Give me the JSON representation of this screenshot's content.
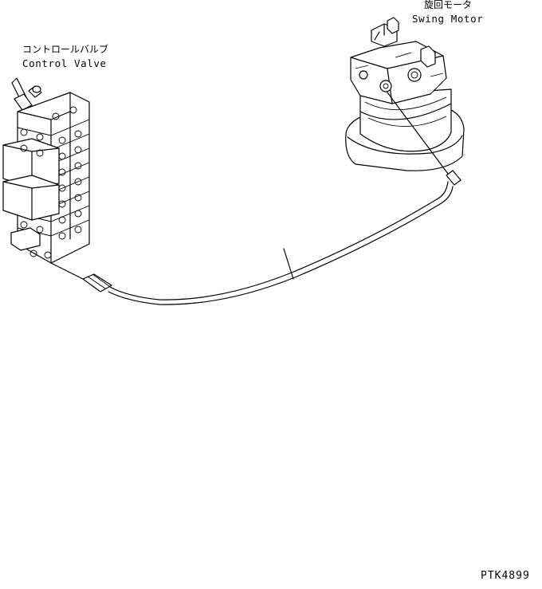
{
  "labels": {
    "control_valve_jp": "コントロールバルブ",
    "control_valve_en": "Control Valve",
    "swing_motor_jp": "旋回モータ",
    "swing_motor_en": "Swing Motor",
    "drawing_code": "PTK4899"
  },
  "colors": {
    "line": "#000000",
    "background": "#ffffff"
  }
}
